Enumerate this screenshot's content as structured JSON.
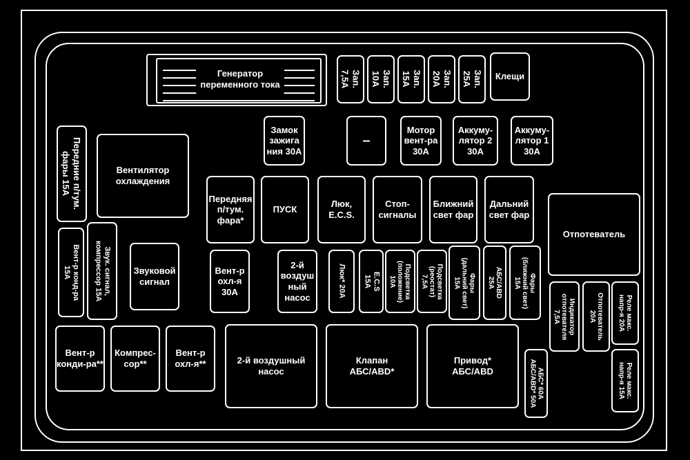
{
  "boxes": {
    "generator": "Генератор\nпеременного тока",
    "zap75": "Зап.\n7,5А",
    "zap10": "Зап.\n10А",
    "zap15": "Зап.\n15А",
    "zap20": "Зап.\n20А",
    "zap25": "Зап.\n25А",
    "klemmy": "Клещи",
    "zamok": "Замок\nзажига\nния 30А",
    "dash": "–",
    "motor": "Мотор\nвент-ра\n30А",
    "akk2": "Аккуму-\nлятор 2\n30А",
    "akk1": "Аккуму-\nлятор 1\n30А",
    "peredfary": "Передние п/тум.\nфары 15А",
    "ventilator": "Вентилятор\nохлаждения",
    "perednyaya": "Передняя\nп/тум.\nфара*",
    "pusk": "ПУСК",
    "lyuk_ecs": "Люк,\nE.C.S.",
    "stop": "Стоп-\nсигналы",
    "blizhniy": "Ближний\nсвет фар",
    "dalniy": "Дальний\nсвет фар",
    "otopitel": "Отпотеватель",
    "ventkond15": "Вент-р конд-ра\n15А",
    "zvuk_komp": "Звук. сигнал,\nкомпрессор 15А",
    "zvukovoy": "Звуковой\nсигнал",
    "vent_ohl30": "Вент-р\nохл-я\n30А",
    "vozd_nasos_small": "2-й\nвоздуш\nный\nнасос",
    "lyuk20": "Люк* 20А",
    "ecs15": "E.C.S\n15А",
    "podsv_pol": "Подсветка\n(положение)\n10А",
    "podsv_reos": "Подсветка\n(реостат)\n7,5А",
    "fary_dal": "Фары\n(дальний свет)\n15А",
    "abs25": "АБС/ABD\n25А",
    "fary_bl": "Фары\n(ближний свет)\n15А",
    "indikator": "Индикатор\nотпотевателя\n7,5А",
    "otopitel20": "Отпотеватель\n20А",
    "rele20": "Реле макс.\nнапр-я 20А",
    "rele15": "Реле макс.\nнапр-я 15А",
    "ventkond2": "Вент-р\nконди-ра**",
    "kompressor": "Компрес-\nсор**",
    "ventohl2": "Вент-р\nохл-я**",
    "vozd_nasos": "2-й воздушный\nнасос",
    "klapan": "Клапан\nАБС/ABD*",
    "privod": "Привод*\nАБС/ABD",
    "abs60": "АБС* 60А\nАБС/ABD* 50А"
  }
}
